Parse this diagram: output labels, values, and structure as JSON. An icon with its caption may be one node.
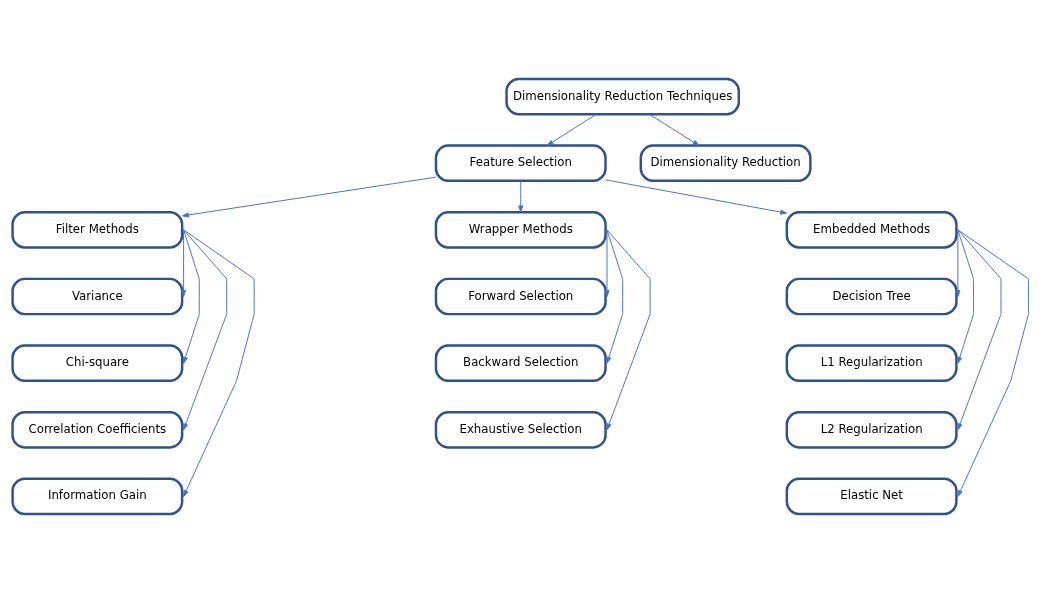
{
  "diagram": {
    "nodes": [
      {
        "text": [
          "Dimensionality Reduction Techniques"
        ]
      },
      {
        "text": [
          "Feature Selection"
        ]
      },
      {
        "text": [
          "Dimensionality Reduction"
        ]
      },
      {
        "text": [
          "Filter Methods"
        ]
      },
      {
        "text": [
          "Wrapper Methods"
        ]
      },
      {
        "text": [
          "Embedded Methods"
        ]
      },
      {
        "text": [
          "Variance"
        ]
      },
      {
        "text": [
          "Chi-square"
        ]
      },
      {
        "text": [
          "Correlation Coefficients"
        ]
      },
      {
        "text": [
          "Information Gain"
        ]
      },
      {
        "text": [
          "Forward Selection"
        ]
      },
      {
        "text": [
          "Backward Selection"
        ]
      },
      {
        "text": [
          "Exhaustive Selection"
        ]
      },
      {
        "text": [
          "Decision Tree"
        ]
      },
      {
        "text": [
          "L1 Regularization"
        ]
      },
      {
        "text": [
          "L2 Regularization"
        ]
      },
      {
        "text": [
          "Elastic Net"
        ]
      }
    ],
    "edges": [
      {
        "from": 0,
        "to": 1,
        "arrow": "to"
      },
      {
        "from": 0,
        "to": 2,
        "arrow": "to"
      },
      {
        "from": 1,
        "to": 3,
        "arrow": "to"
      },
      {
        "from": 1,
        "to": 4,
        "arrow": "to"
      },
      {
        "from": 1,
        "to": 5,
        "arrow": "to"
      },
      {
        "from": 3,
        "to": 6,
        "arrow": "to"
      },
      {
        "from": 3,
        "to": 7,
        "arrow": "to"
      },
      {
        "from": 3,
        "to": 8,
        "arrow": "to"
      },
      {
        "from": 3,
        "to": 9,
        "arrow": "to"
      },
      {
        "from": 4,
        "to": 10,
        "arrow": "to"
      },
      {
        "from": 4,
        "to": 11,
        "arrow": "to"
      },
      {
        "from": 4,
        "to": 12,
        "arrow": "to"
      },
      {
        "from": 5,
        "to": 13,
        "arrow": "to"
      },
      {
        "from": 5,
        "to": 14,
        "arrow": "to"
      },
      {
        "from": 5,
        "to": 15,
        "arrow": "to"
      },
      {
        "from": 5,
        "to": 16,
        "arrow": "to"
      }
    ]
  }
}
